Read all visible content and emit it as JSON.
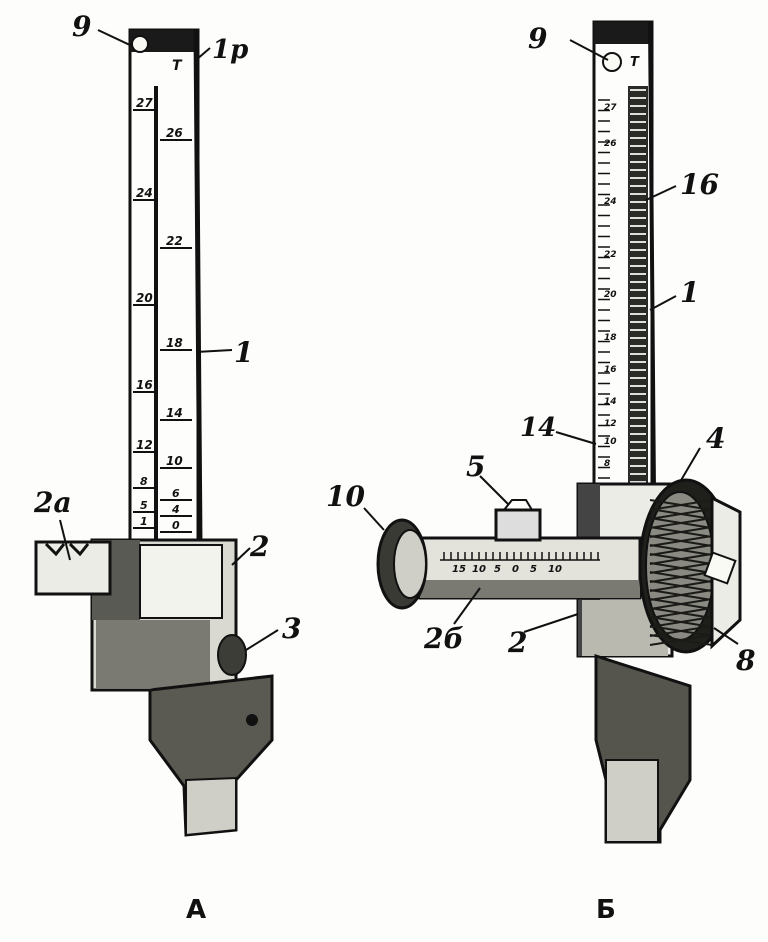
{
  "figure_a": {
    "caption": "А",
    "labels": {
      "l9": "9",
      "l1p": "1р",
      "l1": "1",
      "l2a": "2а",
      "l2": "2",
      "l3": "3"
    },
    "scale_left": [
      "27",
      "24",
      "20",
      "16",
      "12",
      "8",
      "5",
      "1"
    ],
    "scale_right": [
      "26",
      "22",
      "18",
      "14",
      "10",
      "6",
      "4",
      "0"
    ]
  },
  "figure_b": {
    "caption": "Б",
    "labels": {
      "l9": "9",
      "l16": "16",
      "l1": "1",
      "l14": "14",
      "l4": "4",
      "l5": "5",
      "l10": "10",
      "l26": "2б",
      "l2": "2",
      "l8": "8"
    },
    "scale": [
      "27",
      "26",
      "24",
      "22",
      "20",
      "18",
      "16",
      "14",
      "12",
      "10",
      "8"
    ],
    "drum_scale": [
      "15",
      "10",
      "5",
      "0",
      "5",
      "10"
    ]
  }
}
